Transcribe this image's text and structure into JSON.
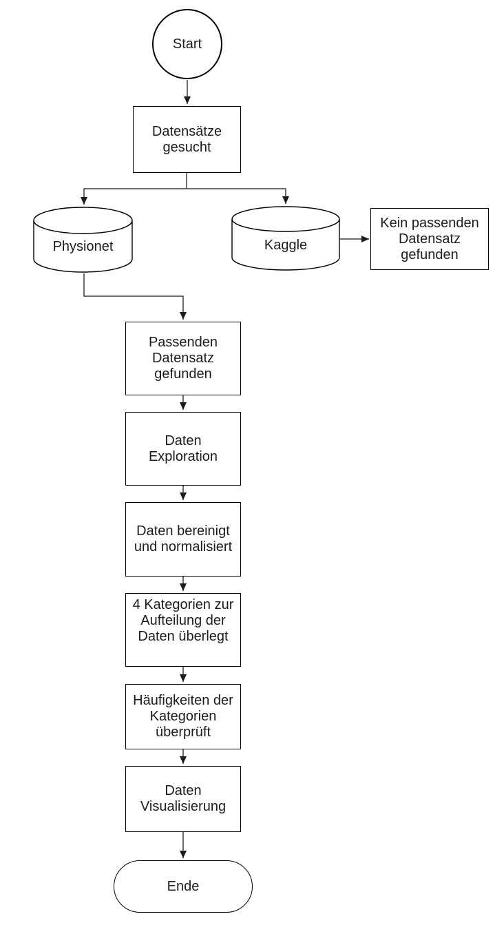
{
  "diagram": {
    "type": "flowchart",
    "background_color": "#ffffff",
    "shape_stroke_color": "#000000",
    "connector_color": "#3c3c3c",
    "text_color": "#1c1c1c",
    "nodes": {
      "start": {
        "shape": "circle",
        "label": "Start"
      },
      "datensaetze": {
        "shape": "rect",
        "label": "Datensätze\ngesucht"
      },
      "physionet": {
        "shape": "cylinder",
        "label": "Physionet"
      },
      "kaggle": {
        "shape": "cylinder",
        "label": "Kaggle"
      },
      "kein_datensatz": {
        "shape": "rect",
        "label": "Kein passenden\nDatensatz\ngefunden"
      },
      "passenden": {
        "shape": "rect",
        "label": "Passenden\nDatensatz\ngefunden"
      },
      "exploration": {
        "shape": "rect",
        "label": "Daten\nExploration"
      },
      "bereinigt": {
        "shape": "rect",
        "label": "Daten bereinigt\nund normalisiert"
      },
      "kategorien": {
        "shape": "rect",
        "label": "4 Kategorien zur\nAufteilung der\nDaten überlegt"
      },
      "haeufigkeiten": {
        "shape": "rect",
        "label": "Häufigkeiten der\nKategorien\nüberprüft"
      },
      "visualisierung": {
        "shape": "rect",
        "label": "Daten\nVisualisierung"
      },
      "ende": {
        "shape": "stadium",
        "label": "Ende"
      }
    },
    "edges": [
      {
        "from": "start",
        "to": "datensaetze"
      },
      {
        "from": "datensaetze",
        "to": "physionet"
      },
      {
        "from": "datensaetze",
        "to": "kaggle"
      },
      {
        "from": "kaggle",
        "to": "kein_datensatz"
      },
      {
        "from": "physionet",
        "to": "passenden"
      },
      {
        "from": "passenden",
        "to": "exploration"
      },
      {
        "from": "exploration",
        "to": "bereinigt"
      },
      {
        "from": "bereinigt",
        "to": "kategorien"
      },
      {
        "from": "kategorien",
        "to": "haeufigkeiten"
      },
      {
        "from": "haeufigkeiten",
        "to": "visualisierung"
      },
      {
        "from": "visualisierung",
        "to": "ende"
      }
    ]
  }
}
